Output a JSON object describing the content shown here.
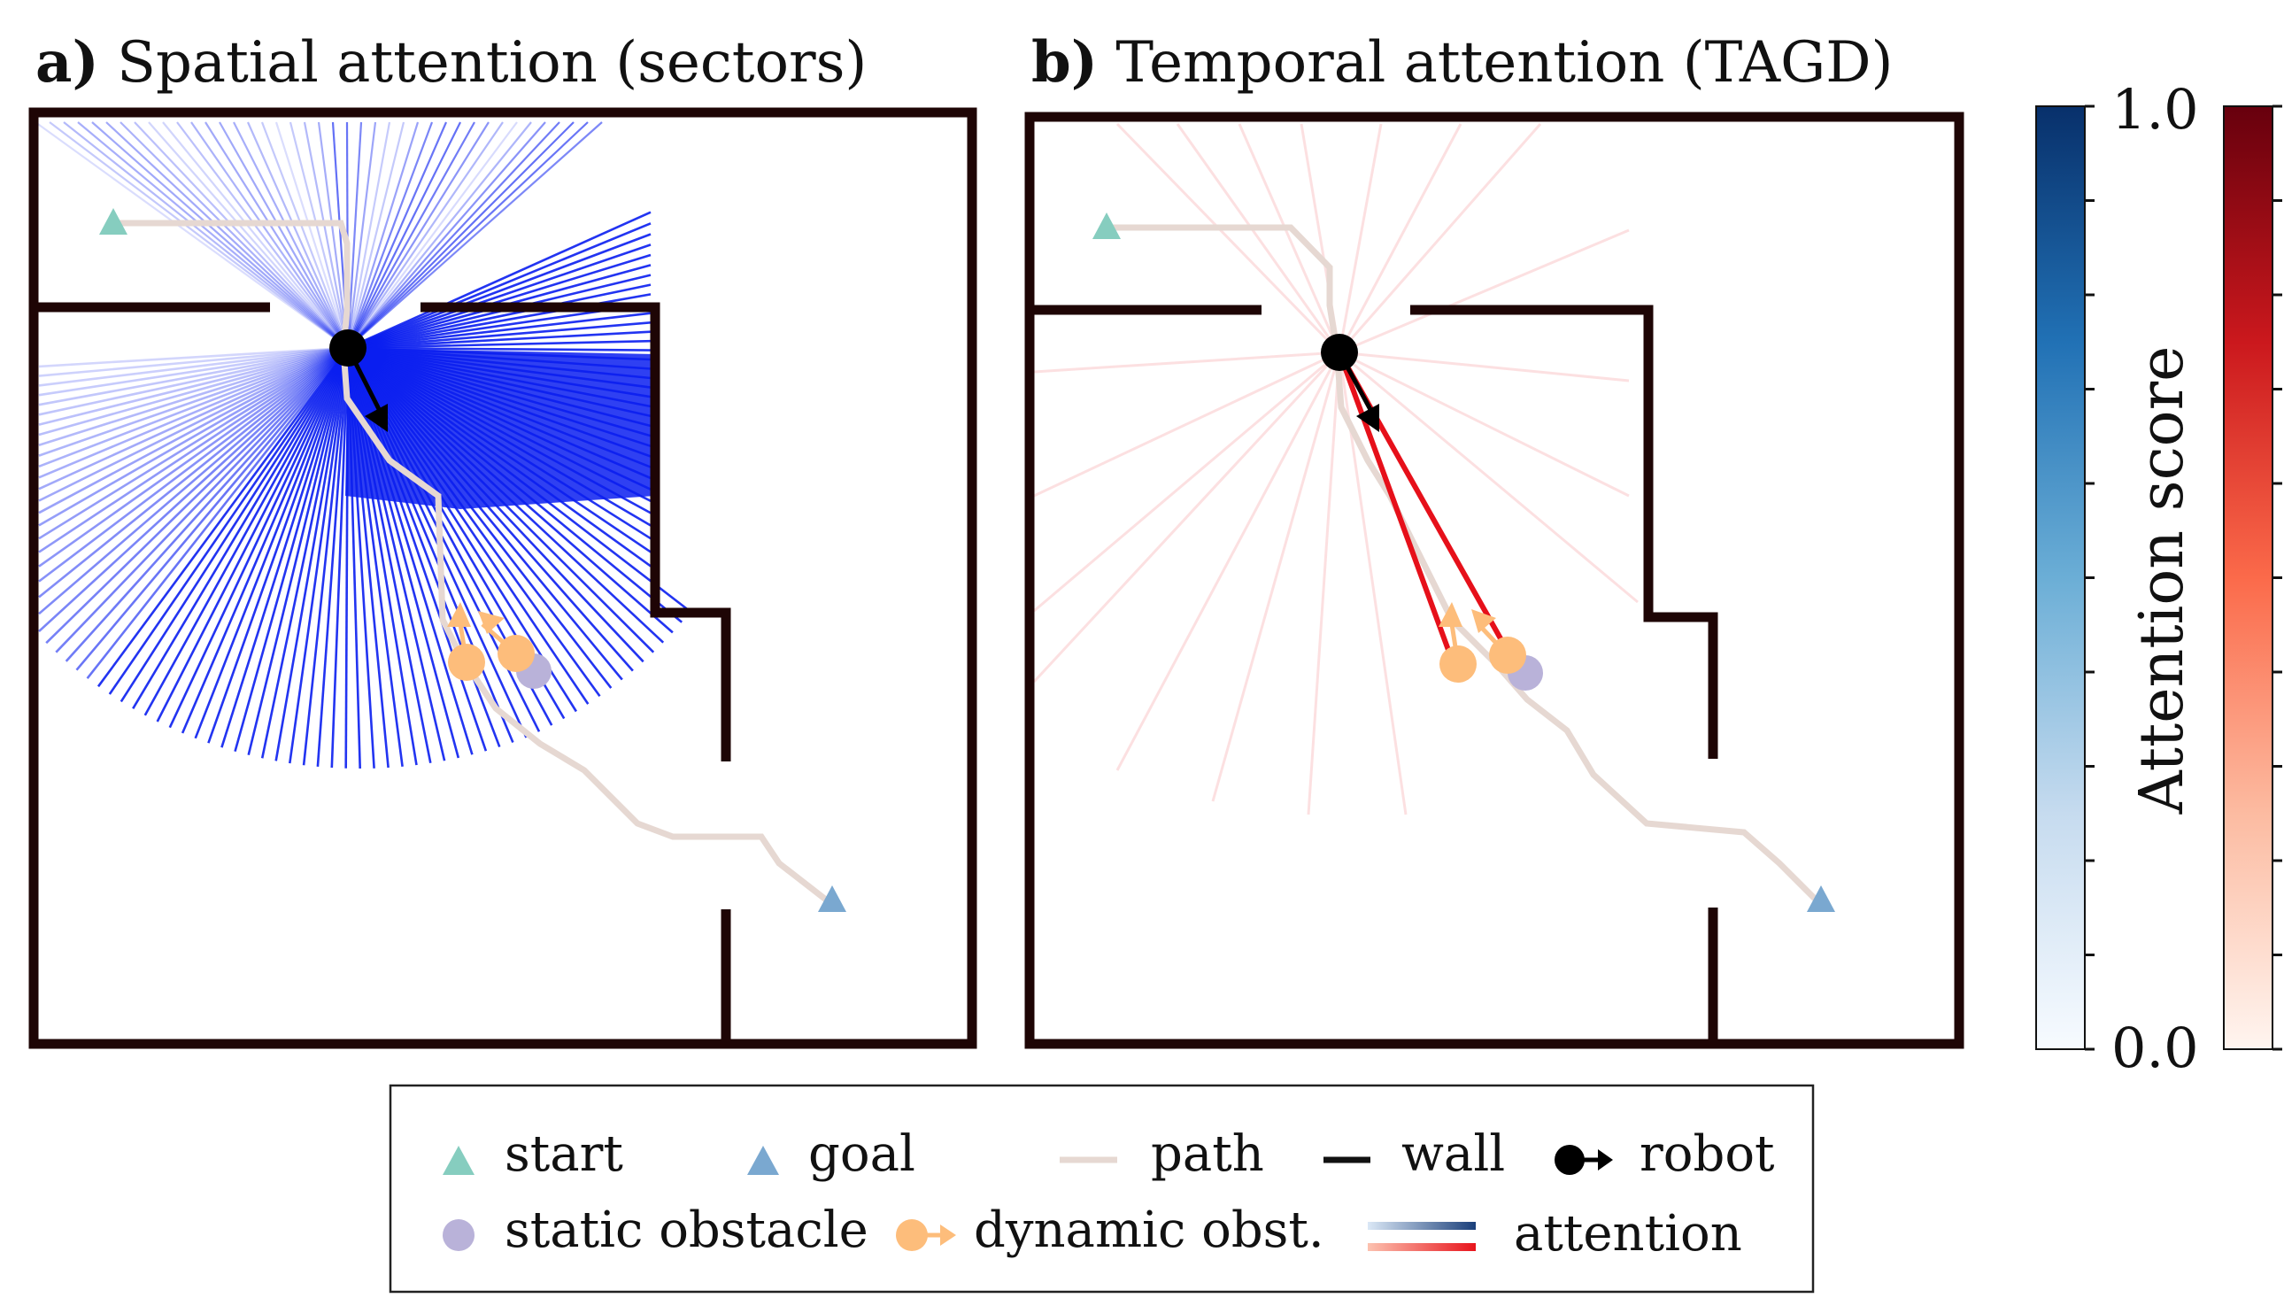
{
  "panels": [
    {
      "letter": "a)",
      "title": "Spatial attention (sectors)"
    },
    {
      "letter": "b)",
      "title": "Temporal attention (TAGD)"
    }
  ],
  "colorbar": {
    "label": "Attention score",
    "max_label": "1.0",
    "min_label": "0.0",
    "blue_gradient": [
      "#f7fbff",
      "#c6dbef",
      "#6baed6",
      "#2171b5",
      "#08306b"
    ],
    "red_gradient": [
      "#fff5f0",
      "#fcbba1",
      "#fb6a4a",
      "#cb181d",
      "#67000d"
    ]
  },
  "legend": {
    "start": "start",
    "goal": "goal",
    "path": "path",
    "wall": "wall",
    "robot": "robot",
    "static_obstacle": "static obstacle",
    "dynamic_obstacle": "dynamic obst.",
    "attention": "attention"
  },
  "colors": {
    "wall": "#1e0505",
    "start": "#86cdbf",
    "goal": "#7aa8d0",
    "path": "#e6d8d2",
    "robot": "#000000",
    "static_obstacle": "#b9b2d9",
    "dynamic_obstacle": "#fdbd7b",
    "spatial_attention": "#0a1ef0",
    "temporal_attention": "#e6101a"
  },
  "icons": [
    "start-triangle-icon",
    "goal-triangle-icon",
    "robot-arrow-icon",
    "dynamic-obstacle-arrow-icon"
  ]
}
